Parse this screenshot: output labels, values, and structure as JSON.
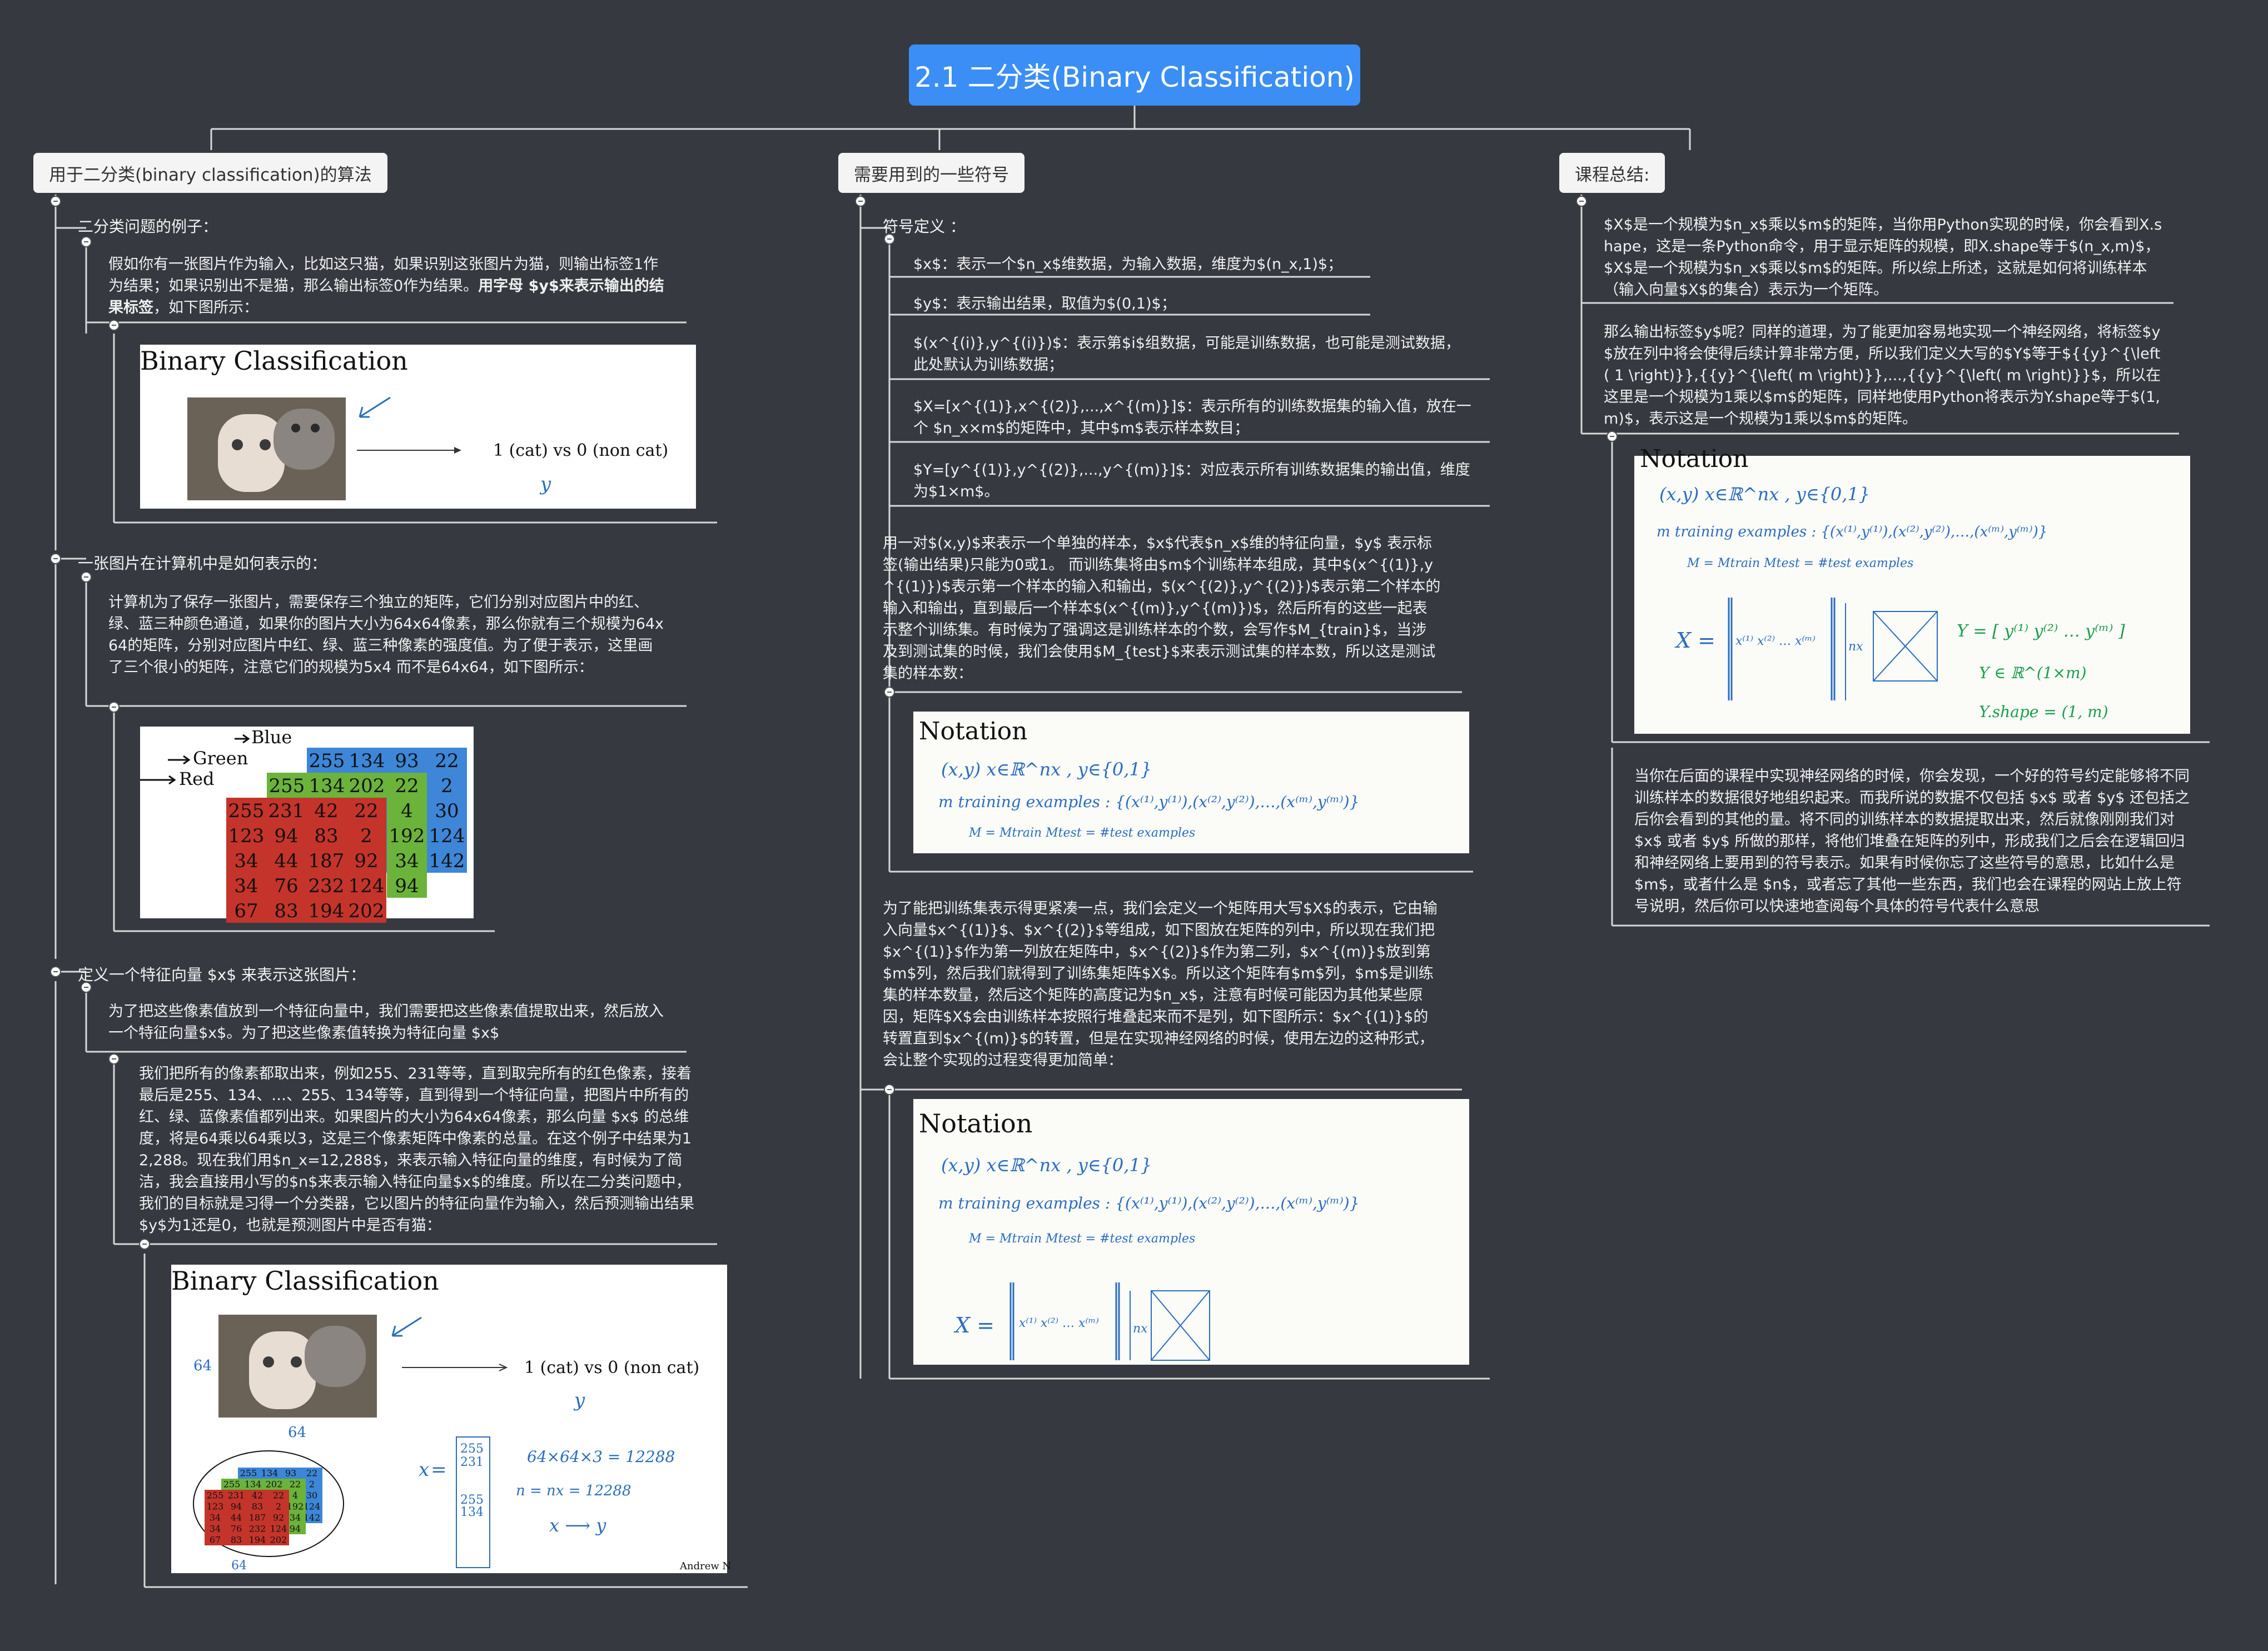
{
  "root": {
    "title": "2.1 二分类(Binary Classification)"
  },
  "branches": {
    "left": {
      "label": "用于二分类(binary classification)的算法",
      "example_heading": "二分类问题的例子：",
      "example_text_1": "假如你有一张图片作为输入，比如这只猫，如果识别这张图片为猫，则输出标签1作为结果；如果识别出不是猫，那么输出标签0作为结果。",
      "example_text_bold": "用字母 $y$来表示输出的结果标签",
      "example_text_2": "，如下图所示：",
      "repr_heading": "一张图片在计算机中是如何表示的：",
      "repr_text": "计算机为了保存一张图片，需要保存三个独立的矩阵，它们分别对应图片中的红、绿、蓝三种颜色通道，如果你的图片大小为64x64像素，那么你就有三个规模为64x64的矩阵，分别对应图片中红、绿、蓝三种像素的强度值。为了便于表示，这里画了三个很小的矩阵，注意它们的规模为5x4 而不是64x64，如下图所示：",
      "feature_heading": "定义一个特征向量 $x$ 来表示这张图片：",
      "feature_text": "为了把这些像素值放到一个特征向量中，我们需要把这些像素值提取出来，然后放入一个特征向量$x$。为了把这些像素值转换为特征向量 $x$",
      "feature_detail": "我们把所有的像素都取出来，例如255、231等等，直到取完所有的红色像素，接着最后是255、134、…、255、134等等，直到得到一个特征向量，把图片中所有的红、绿、蓝像素值都列出来。如果图片的大小为64x64像素，那么向量 $x$ 的总维度，将是64乘以64乘以3，这是三个像素矩阵中像素的总量。在这个例子中结果为12,288。现在我们用$n_x=12,288$，来表示输入特征向量的维度，有时候为了简洁，我会直接用小写的$n$来表示输入特征向量$x$的维度。所以在二分类问题中，我们的目标就是习得一个分类器，它以图片的特征向量作为输入，然后预测输出结果$y$为1还是0，也就是预测图片中是否有猫："
    },
    "middle": {
      "label": "需要用到的一些符号",
      "def_heading": "符号定义 ：",
      "defs": [
        "$x$：表示一个$n_x$维数据，为输入数据，维度为$(n_x,1)$；",
        "$y$：表示输出结果，取值为$(0,1)$；",
        "$(x^{(i)},y^{(i)})$：表示第$i$组数据，可能是训练数据，也可能是测试数据，此处默认为训练数据；",
        "$X=[x^{(1)},x^{(2)},...,x^{(m)}]$：表示所有的训练数据集的输入值，放在一个 $n_x×m$的矩阵中，其中$m$表示样本数目；",
        "$Y=[y^{(1)},y^{(2)},...,y^{(m)}]$：对应表示所有训练数据集的输出值，维度为$1×m$。"
      ],
      "sample_text": "用一对$(x,y)$来表示一个单独的样本，$x$代表$n_x$维的特征向量，$y$ 表示标签(输出结果)只能为0或1。 而训练集将由$m$个训练样本组成，其中$(x^{(1)},y^{(1)})$表示第一个样本的输入和输出，$(x^{(2)},y^{(2)})$表示第二个样本的输入和输出，直到最后一个样本$(x^{(m)},y^{(m)})$，然后所有的这些一起表示整个训练集。有时候为了强调这是训练样本的个数，会写作$M_{train}$，当涉及到测试集的时候，我们会使用$M_{test}$来表示测试集的样本数，所以这是测试集的样本数：",
      "matrix_text": "为了能把训练集表示得更紧凑一点，我们会定义一个矩阵用大写$X$的表示，它由输入向量$x^{(1)}$、$x^{(2)}$等组成，如下图放在矩阵的列中，所以现在我们把$x^{(1)}$作为第一列放在矩阵中，$x^{(2)}$作为第二列，$x^{(m)}$放到第$m$列，然后我们就得到了训练集矩阵$X$。所以这个矩阵有$m$列，$m$是训练集的样本数量，然后这个矩阵的高度记为$n_x$，注意有时候可能因为其他某些原因，矩阵$X$会由训练样本按照行堆叠起来而不是列，如下图所示：$x^{(1)}$的转置直到$x^{(m)}$的转置，但是在实现神经网络的时候，使用左边的这种形式，会让整个实现的过程变得更加简单："
    },
    "right": {
      "label": "课程总结:",
      "summary_1": "$X$是一个规模为$n_x$乘以$m$的矩阵，当你用Python实现的时候，你会看到X.shape，这是一条Python命令，用于显示矩阵的规模，即X.shape等于$(n_x,m)$，$X$是一个规模为$n_x$乘以$m$的矩阵。所以综上所述，这就是如何将训练样本（输入向量$X$的集合）表示为一个矩阵。",
      "summary_2": "那么输出标签$y$呢？同样的道理，为了能更加容易地实现一个神经网络，将标签$y$放在列中将会使得后续计算非常方便，所以我们定义大写的$Y$等于${{y}^{\\left( 1 \\right)}},{{y}^{\\left( m \\right)}},...,{{y}^{\\left( m \\right)}}$，所以在这里是一个规模为1乘以$m$的矩阵，同样地使用Python将表示为Y.shape等于$(1,m)$，表示这是一个规模为1乘以$m$的矩阵。",
      "summary_3": "当你在后面的课程中实现神经网络的时候，你会发现，一个好的符号约定能够将不同训练样本的数据很好地组织起来。而我所说的数据不仅包括 $x$ 或者 $y$ 还包括之后你会看到的其他的量。将不同的训练样本的数据提取出来，然后就像刚刚我们对 $x$ 或者 $y$ 所做的那样，将他们堆叠在矩阵的列中，形成我们之后会在逻辑回归和神经网络上要用到的符号表示。如果有时候你忘了这些符号的意思，比如什么是 $m$，或者什么是 $n$，或者忘了其他一些东西，我们也会在课程的网站上放上符号说明，然后你可以快速地查阅每个具体的符号代表什么意思"
    }
  },
  "figures": {
    "binary_title": "Binary Classification",
    "cat_label": "1 (cat) vs 0 (non cat)",
    "y_symbol": "y",
    "channel_labels": [
      "Blue",
      "Green",
      "Red"
    ],
    "blue_matrix": [
      [
        "255",
        "134",
        "93",
        "22"
      ],
      [
        "",
        "",
        "",
        "2"
      ],
      [
        "",
        "",
        "",
        "30"
      ],
      [
        "",
        "",
        "",
        "124"
      ],
      [
        "",
        "",
        "",
        "142"
      ]
    ],
    "green_matrix": [
      [
        "255",
        "134",
        "202",
        "22"
      ],
      [
        "",
        "",
        "",
        "4"
      ],
      [
        "",
        "",
        "",
        "192"
      ],
      [
        "",
        "",
        "",
        "34"
      ],
      [
        "",
        "",
        "",
        "94"
      ]
    ],
    "red_matrix": [
      [
        "255",
        "231",
        "42",
        "22"
      ],
      [
        "123",
        "94",
        "83",
        "2"
      ],
      [
        "34",
        "44",
        "187",
        "92"
      ],
      [
        "34",
        "76",
        "232",
        "124"
      ],
      [
        "67",
        "83",
        "194",
        "202"
      ]
    ],
    "notation_title": "Notation",
    "notation_line1": "(x,y)     x∈ℝ^nx , y∈{0,1}",
    "notation_line2": "m training examples : {(x⁽¹⁾,y⁽¹⁾),(x⁽²⁾,y⁽²⁾),…,(x⁽ᵐ⁾,y⁽ᵐ⁾)}",
    "notation_line3": "M = Mtrain        Mtest = #test examples",
    "matrix_X": "X =",
    "matrix_cols": "x⁽¹⁾ x⁽²⁾ … x⁽ᵐ⁾",
    "nx": "nx",
    "Y_def": "Y = [ y⁽¹⁾  y⁽²⁾  …  y⁽ᵐ⁾ ]",
    "Y_in": "Y ∈ ℝ^(1×m)",
    "Y_shape": "Y.shape = (1, m)",
    "calc_1": "64×64×3 = 12288",
    "calc_2": "n = nx = 12288",
    "calc_3": "x ⟶ y",
    "dim_64": "64",
    "credit": "Andrew N"
  }
}
